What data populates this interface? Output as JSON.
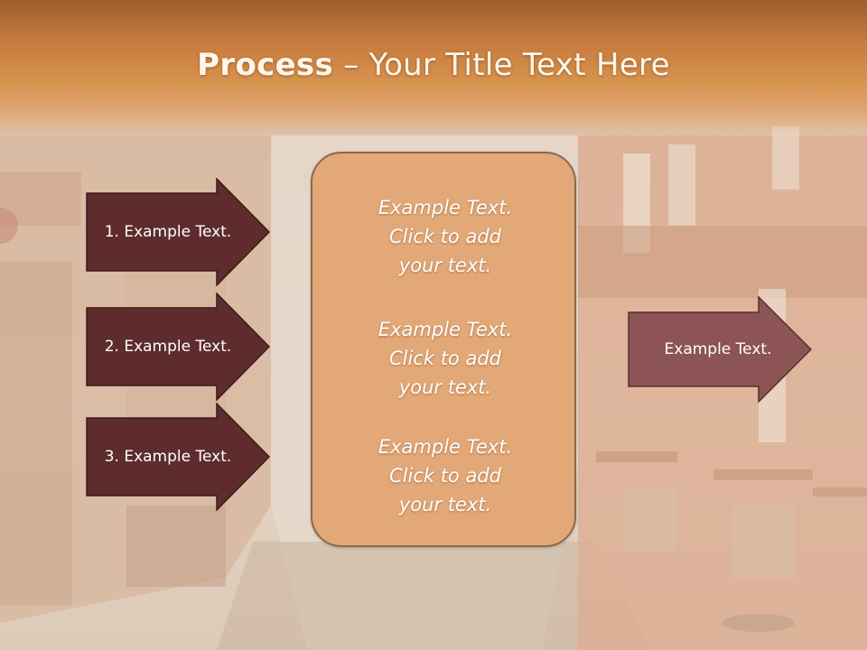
{
  "slide": {
    "title_bold": "Process",
    "title_rest": " – Your Title Text Here"
  },
  "left_arrows": [
    {
      "label": "1. Example Text."
    },
    {
      "label": "2. Example Text."
    },
    {
      "label": "3. Example Text."
    }
  ],
  "center_box": {
    "items": [
      "Example Text.\nClick  to add\nyour text.",
      "Example Text.\nClick  to add\nyour text.",
      "Example Text.\nClick  to add\nyour text."
    ]
  },
  "right_arrow": {
    "label": "Example Text."
  },
  "colors": {
    "title_band": "#c67a3c",
    "left_arrow_fill": "#5e2c2d",
    "right_arrow_fill": "#8c5454",
    "center_box_fill": "#e2a877",
    "center_box_border": "#8b6a4a"
  }
}
